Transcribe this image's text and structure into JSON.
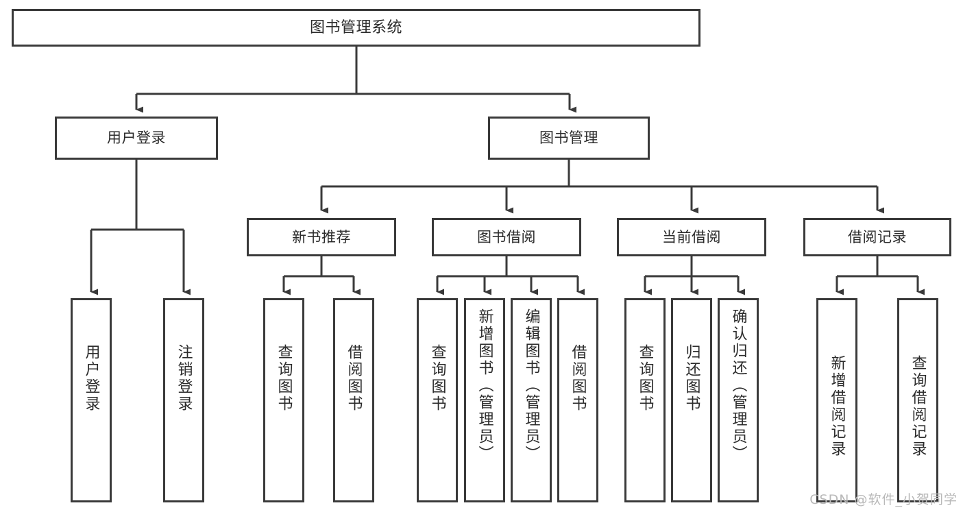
{
  "diagram": {
    "type": "tree",
    "title": "图书管理系统",
    "root": {
      "label": "图书管理系统"
    },
    "level2": [
      {
        "label": "用户登录"
      },
      {
        "label": "图书管理"
      }
    ],
    "level3": [
      {
        "label": "新书推荐"
      },
      {
        "label": "图书借阅"
      },
      {
        "label": "当前借阅"
      },
      {
        "label": "借阅记录"
      }
    ],
    "leaves": {
      "user_login": [
        {
          "label": "用户登录"
        },
        {
          "label": "注销登录"
        }
      ],
      "new_book_recommend": [
        {
          "label": "查询图书"
        },
        {
          "label": "借阅图书"
        }
      ],
      "book_borrow": [
        {
          "label": "查询图书"
        },
        {
          "label": "新增图书（管理员）"
        },
        {
          "label": "编辑图书（管理员）"
        },
        {
          "label": "借阅图书"
        }
      ],
      "current_borrow": [
        {
          "label": "查询图书"
        },
        {
          "label": "归还图书"
        },
        {
          "label": "确认归还（管理员）"
        }
      ],
      "borrow_record": [
        {
          "label": "新增借阅记录"
        },
        {
          "label": "查询借阅记录"
        }
      ]
    }
  },
  "watermark": {
    "text": "CSDN @软件_小贺同学"
  },
  "colors": {
    "stroke": "#3a3a3a",
    "background": "#ffffff",
    "text": "#2b2b2b",
    "watermark": "#b9b9b9"
  }
}
